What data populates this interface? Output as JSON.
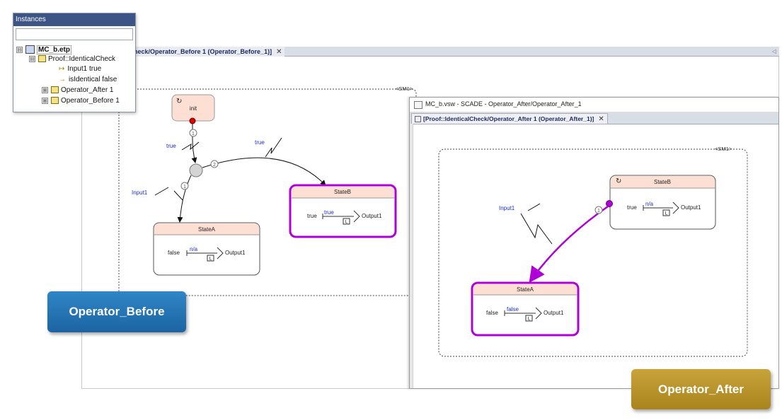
{
  "before_window": {
    "tab_label": "heck/Operator_Before 1 (Operator_Before_1)]",
    "tab_close": "✕",
    "collapse_icon": "◁"
  },
  "before_diagram": {
    "sm_label": "<SM1>",
    "init_state": "init",
    "stateA": {
      "name": "StateA",
      "condition": "false",
      "value": "n/a",
      "output": "Output1",
      "latch": "L"
    },
    "stateB": {
      "name": "StateB",
      "condition": "true",
      "value": "true",
      "output": "Output1",
      "latch": "L"
    },
    "transition_init": {
      "priority": "1",
      "guard": "true"
    },
    "transition_to_B": {
      "priority": "2",
      "guard": "true"
    },
    "transition_to_A": {
      "priority": "1",
      "guard": "Input1"
    }
  },
  "after_window": {
    "title": "MC_b.vsw - SCADE - Operator_After/Operator_After_1",
    "tab_label": "[Proof::IdenticalCheck/Operator_After 1 (Operator_After_1)]",
    "tab_close": "✕"
  },
  "after_diagram": {
    "sm_label": "<SM1>",
    "stateB": {
      "name": "StateB",
      "condition": "true",
      "value": "n/a",
      "output": "Output1",
      "latch": "L"
    },
    "stateA": {
      "name": "StateA",
      "condition": "false",
      "value": "false",
      "output": "Output1",
      "latch": "L"
    },
    "transition_B_to_A": {
      "priority": "1",
      "guard": "Input1"
    }
  },
  "instances": {
    "header": "Instances",
    "search_value": "",
    "tree": {
      "root": {
        "label": "MC_b.etp",
        "expander": "⊟"
      },
      "proof": {
        "label": "Proof::IdenticalCheck",
        "expander": "⊟"
      },
      "input1": {
        "label": "Input1 true"
      },
      "isidentical": {
        "label": "isIdentical false"
      },
      "operator_after": {
        "label": "Operator_After 1",
        "expander": "⊞"
      },
      "operator_before": {
        "label": "Operator_Before 1",
        "expander": "⊞"
      }
    }
  },
  "callouts": {
    "before": "Operator_Before",
    "after": "Operator_After"
  },
  "colors": {
    "highlight": "#b000d8",
    "state_header": "#fde0d3",
    "callout_before": "#1f6fb2",
    "callout_after": "#b8942a",
    "instances_header": "#3c5486"
  }
}
